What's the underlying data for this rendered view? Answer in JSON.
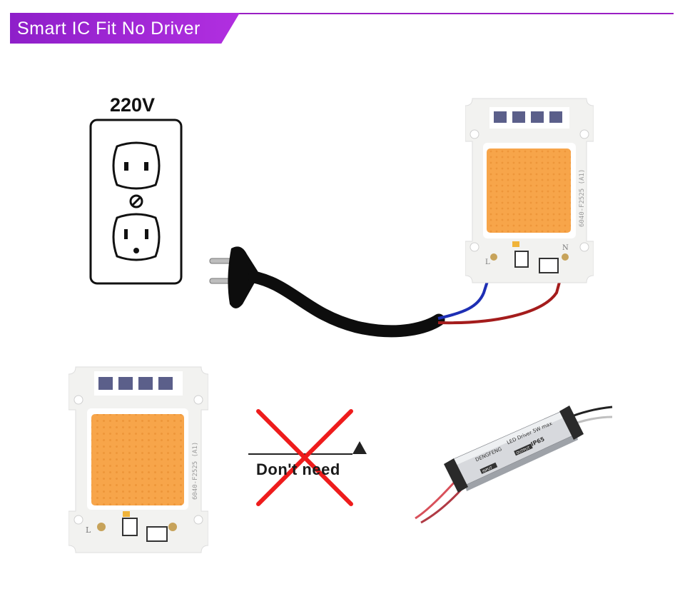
{
  "header": {
    "title": "Smart IC Fit No Driver",
    "accent_color": "#a02ad6"
  },
  "outlet": {
    "voltage_label": "220V"
  },
  "no_driver": {
    "label": "Don't need",
    "cross_color": "#ee1c1c"
  },
  "cob_chip": {
    "code_top": "6040-F2525 (A1)",
    "code_bottom": "6040-F2525 (A1)",
    "terminal_left": "L",
    "terminal_right": "N",
    "phosphor_color": "#f7a54a"
  },
  "driver_box": {
    "brand": "DENGFENG",
    "product": "LED Driver 5W max",
    "ip_rating": "IP65",
    "input_tag": "INPUT",
    "output_tag": "OUTPUT"
  },
  "wires": {
    "live_color": "#1e2fb4",
    "neutral_color": "#a41c1c"
  },
  "icons": [
    "outlet-icon",
    "plug-icon",
    "cob-led-chip-icon",
    "cross-mark-icon",
    "led-driver-icon"
  ]
}
